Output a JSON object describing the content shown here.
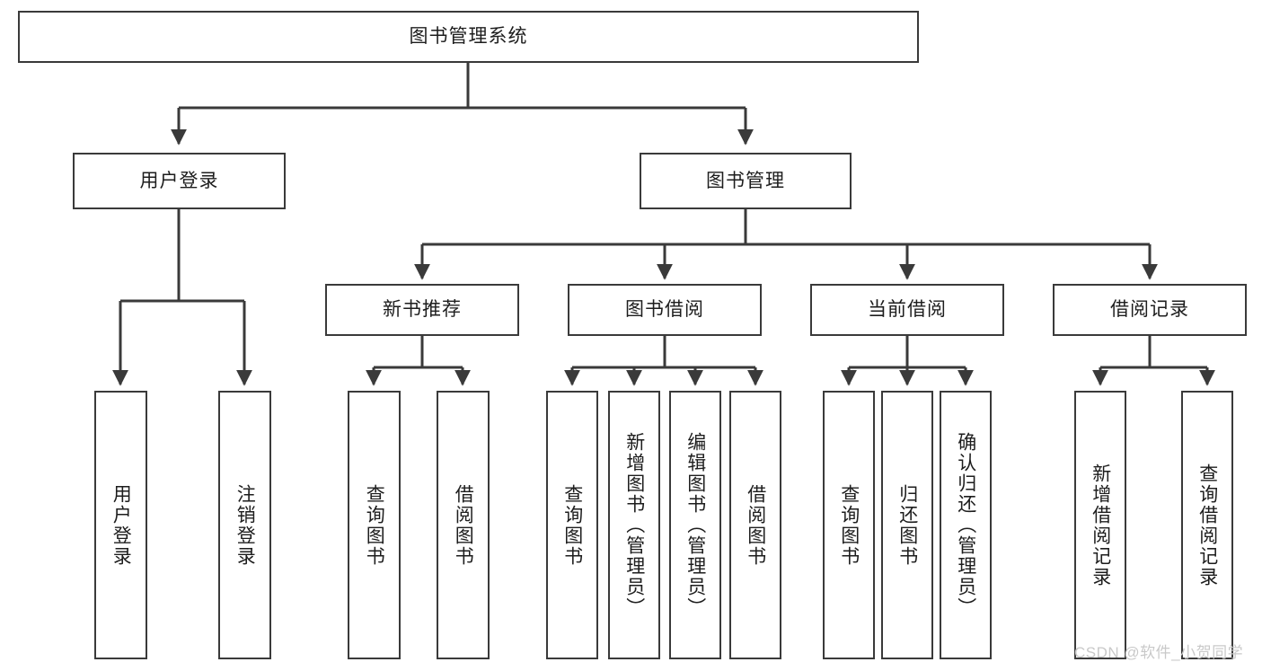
{
  "diagram": {
    "title_node": {
      "label": "图书管理系统"
    },
    "level2": [
      {
        "label": "用户登录"
      },
      {
        "label": "图书管理"
      }
    ],
    "level3": [
      {
        "label": "新书推荐"
      },
      {
        "label": "图书借阅"
      },
      {
        "label": "当前借阅"
      },
      {
        "label": "借阅记录"
      }
    ],
    "leaves": {
      "user_login": [
        {
          "label": "用户登录"
        },
        {
          "label": "注销登录"
        }
      ],
      "new_book_recommend": [
        {
          "label": "查询图书"
        },
        {
          "label": "借阅图书"
        }
      ],
      "book_borrow": [
        {
          "label": "查询图书"
        },
        {
          "label": "新增图书（管理员）"
        },
        {
          "label": "编辑图书（管理员）"
        },
        {
          "label": "借阅图书"
        }
      ],
      "current_borrow": [
        {
          "label": "查询图书"
        },
        {
          "label": "归还图书"
        },
        {
          "label": "确认归还（管理员）"
        }
      ],
      "borrow_record": [
        {
          "label": "新增借阅记录"
        },
        {
          "label": "查询借阅记录"
        }
      ]
    }
  },
  "watermark": {
    "text": "CSDN @软件_小贺同学"
  },
  "colors": {
    "stroke": "#3a3a3a",
    "background": "#ffffff",
    "text": "#1d1d1d",
    "watermark": "#c9c9c9"
  }
}
